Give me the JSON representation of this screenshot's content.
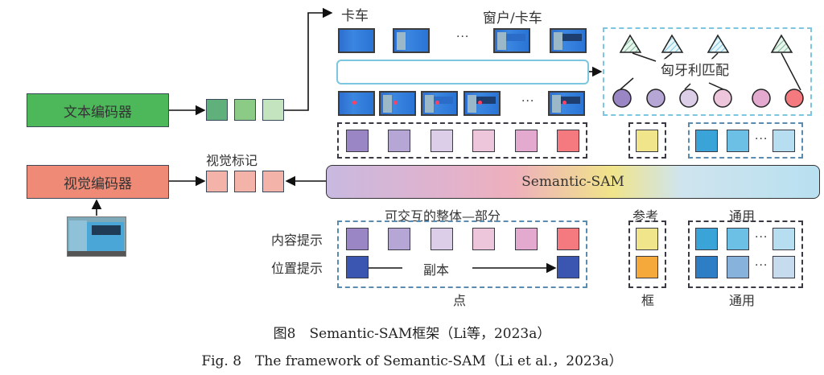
{
  "encoders": {
    "text_encoder": "文本编码器",
    "vision_encoder": "视觉编码器"
  },
  "labels": {
    "visual_tokens": "视觉标记",
    "truck": "卡车",
    "window_truck": "窗户/卡车",
    "hungarian_matching": "匈牙利匹配",
    "semantic_sam": "Semantic-SAM",
    "interactive_whole_part": "可交互的整体—部分",
    "reference": "参考",
    "general_top": "通用",
    "content_prompt": "内容提示",
    "position_prompt": "位置提示",
    "copy": "副本",
    "point": "点",
    "box": "框",
    "general_bottom": "通用",
    "ellipsis": "···"
  },
  "colors": {
    "text_encoder": "#4cb85a",
    "vision_encoder": "#ee8a76",
    "text_tokens": [
      "#5fb07a",
      "#8ccb86",
      "#c4e4c0"
    ],
    "visual_tokens": [
      "#f4b3a8",
      "#f4b3a8",
      "#f4b3a8"
    ],
    "query_row": [
      "#9a86c4",
      "#b6a6d6",
      "#dccde8",
      "#edc6dc",
      "#e3a9cf",
      "#f47a80"
    ],
    "reference_top": "#f0e58a",
    "general_top": [
      "#3aa4d8",
      "#6cc0e6",
      "#b6def0"
    ],
    "content_row": [
      "#9a86c4",
      "#b6a6d6",
      "#dccde8",
      "#edc6dc",
      "#e3a9cf",
      "#f47a80"
    ],
    "position_point": "#3a56b0",
    "box_content": "#f0e58a",
    "box_position": "#f4a93a",
    "general_row1": [
      "#3aa4d8",
      "#6cc0e6",
      "#b6def0"
    ],
    "general_row2": [
      "#2e7ec6",
      "#86b2dc",
      "#c6dbee"
    ],
    "circles": [
      "#9a86c4",
      "#b6a6d6",
      "#dccde8",
      "#edc6dc",
      "#e3a9cf",
      "#f47a80"
    ],
    "triangles": [
      "#a9d8c6",
      "#c8eaf2",
      "#9fd4e6",
      "#b6d8c8"
    ]
  },
  "caption": {
    "zh": "图8　Semantic-SAM框架（Li等，2023a）",
    "en": "Fig. 8　The framework of Semantic-SAM（Li et al.，2023a）"
  }
}
